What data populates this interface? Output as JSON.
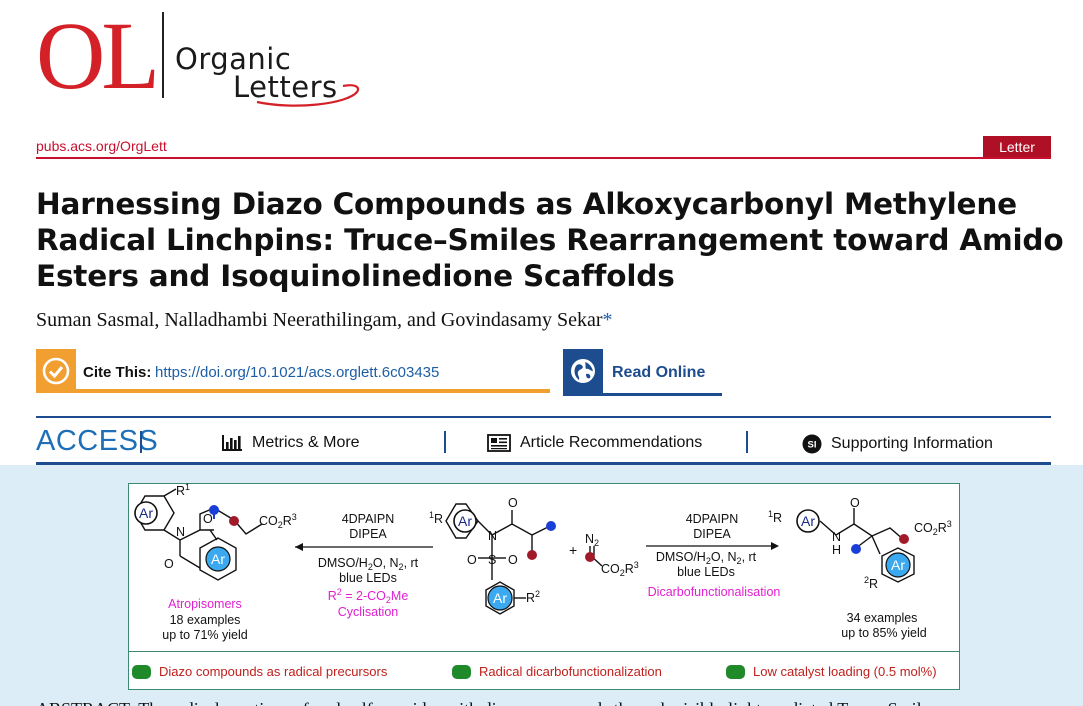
{
  "header": {
    "logo_letters": "OL",
    "logo_word_1": "Organic",
    "logo_word_2": "Letters",
    "url": "pubs.acs.org/OrgLett",
    "article_type": "Letter"
  },
  "title": "Harnessing Diazo Compounds as Alkoxycarbonyl Methylene Radical Linchpins: Truce–Smiles Rearrangement toward Amido Esters and Isoquinolinedione Scaffolds",
  "authors": "Suman Sasmal, Nalladhambi Neerathilingam, and Govindasamy Sekar",
  "author_mark": "*",
  "cite": {
    "label": "Cite This:",
    "doi": "https://doi.org/10.1021/acs.orglett.6c03435"
  },
  "read_online": "Read Online",
  "access_bar": {
    "label": "ACCESS",
    "items": [
      "Metrics & More",
      "Article Recommendations",
      "Supporting Information"
    ],
    "si_badge": "SI"
  },
  "toc_graphic": {
    "left_product": {
      "label": "Atropisomers",
      "examples": "18 examples",
      "yield": "up to 71% yield",
      "ar_top": "Ar",
      "ar_bottom": "Ar",
      "r1": "R",
      "r1_sup": "1",
      "o1": "O",
      "o2": "O",
      "n": "N"
    },
    "left_conditions": {
      "catalyst": "4DPAIPN",
      "base": "DIPEA",
      "solvent": "DMSO/H",
      "solvent_tail": "O, N",
      "solvent_end": ", rt",
      "light": "blue LEDs",
      "r2_note": "R",
      "r2_note_sup": "2",
      "r2_note_tail": " = 2-CO",
      "r2_note_end": "Me",
      "mode": "Cyclisation"
    },
    "substrate": {
      "r1": "R",
      "r1_sup": "1",
      "ar_top": "Ar",
      "ar_bottom": "Ar",
      "n": "N",
      "o_carbonyl": "O",
      "s": "S",
      "o_left": "O",
      "o_right": "O",
      "r2": "R",
      "r2_sup": "2"
    },
    "plus": "+",
    "diazo": {
      "n2": "N",
      "ester": "CO",
      "ester_tail": "R",
      "ester_sup": "3"
    },
    "right_conditions": {
      "catalyst": "4DPAIPN",
      "base": "DIPEA",
      "solvent": "DMSO/H",
      "solvent_tail": "O, N",
      "solvent_end": ", rt",
      "light": "blue LEDs",
      "mode": "Dicarbofunctionalisation"
    },
    "right_product": {
      "examples": "34 examples",
      "yield": "up to 85% yield",
      "r1": "R",
      "r1_sup": "1",
      "ar_top": "Ar",
      "ar_bottom": "Ar",
      "n": "N",
      "h": "H",
      "o": "O",
      "ester": "CO",
      "ester_tail": "R",
      "ester_sup": "3",
      "r2": "R",
      "r2_sup": "2"
    },
    "left_ester": {
      "text": "CO",
      "tail": "R",
      "sup": "3"
    },
    "sub_2": "2",
    "highlights": [
      "Diazo compounds as radical precursors",
      "Radical dicarbofunctionalization",
      "Low catalyst loading (0.5 mol%)"
    ]
  },
  "abstract_start": "ABSTRACT: The radical reactions of aryl sulfonamides with diazo compounds through visible-light-mediated Truce–Smiles"
}
